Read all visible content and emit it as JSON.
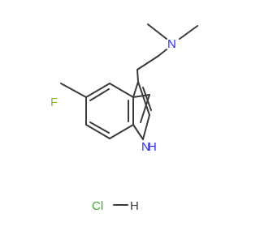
{
  "molecule": {
    "atoms": {
      "fluorine": "F",
      "amine_nitrogen": "N",
      "indole_nh": "H",
      "indole_n": "N",
      "chloride": "Cl",
      "hydrogen": "H"
    },
    "colors": {
      "bond": "#3a3a3a",
      "fluorine": "#90b03a",
      "nitrogen": "#2b2bff",
      "chlorine": "#3ca82a",
      "hydrogen": "#3a3a3a"
    }
  }
}
